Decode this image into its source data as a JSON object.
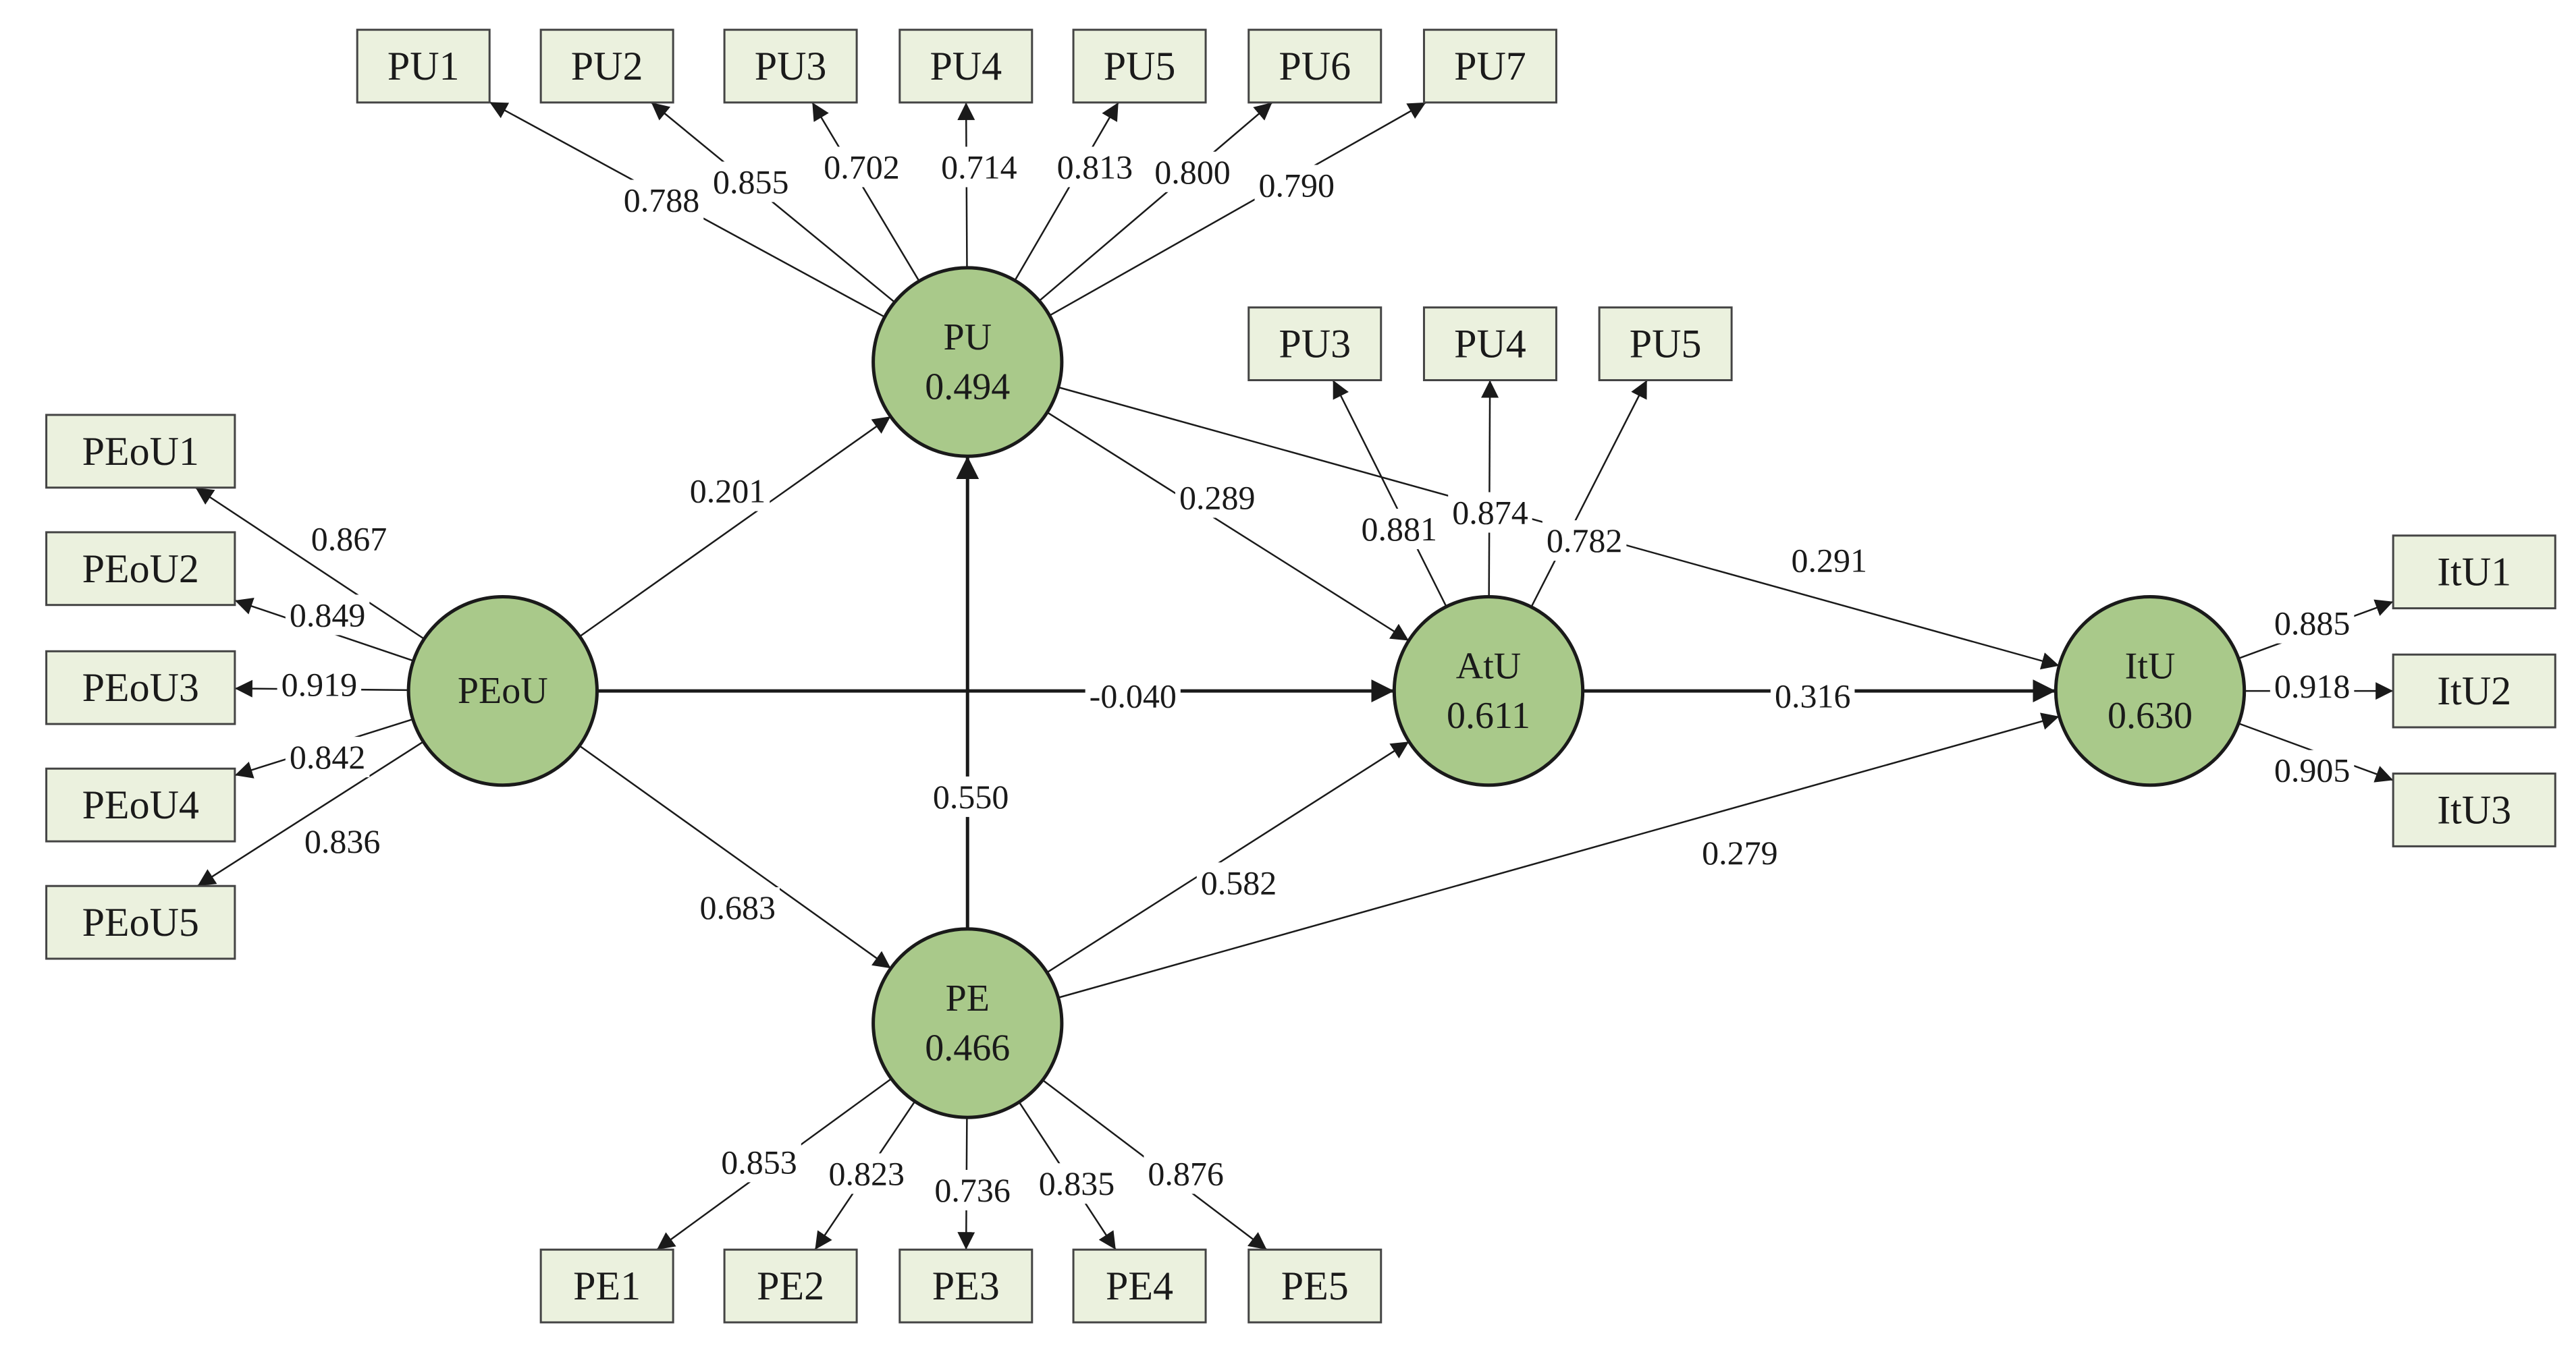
{
  "latents": [
    {
      "id": "PEoU",
      "label": "PEoU",
      "r2": ""
    },
    {
      "id": "PU",
      "label": "PU",
      "r2": "0.494"
    },
    {
      "id": "PE",
      "label": "PE",
      "r2": "0.466"
    },
    {
      "id": "AtU",
      "label": "AtU",
      "r2": "0.611"
    },
    {
      "id": "ItU",
      "label": "ItU",
      "r2": "0.630"
    }
  ],
  "indicators": [
    {
      "latent": "PU",
      "label": "PU1",
      "loading": "0.788"
    },
    {
      "latent": "PU",
      "label": "PU2",
      "loading": "0.855"
    },
    {
      "latent": "PU",
      "label": "PU3",
      "loading": "0.702"
    },
    {
      "latent": "PU",
      "label": "PU4",
      "loading": "0.714"
    },
    {
      "latent": "PU",
      "label": "PU5",
      "loading": "0.813"
    },
    {
      "latent": "PU",
      "label": "PU6",
      "loading": "0.800"
    },
    {
      "latent": "PU",
      "label": "PU7",
      "loading": "0.790"
    },
    {
      "latent": "PEoU",
      "label": "PEoU1",
      "loading": "0.867"
    },
    {
      "latent": "PEoU",
      "label": "PEoU2",
      "loading": "0.849"
    },
    {
      "latent": "PEoU",
      "label": "PEoU3",
      "loading": "0.919"
    },
    {
      "latent": "PEoU",
      "label": "PEoU4",
      "loading": "0.842"
    },
    {
      "latent": "PEoU",
      "label": "PEoU5",
      "loading": "0.836"
    },
    {
      "latent": "AtU",
      "label": "PU3",
      "loading": "0.881"
    },
    {
      "latent": "AtU",
      "label": "PU4",
      "loading": "0.874"
    },
    {
      "latent": "AtU",
      "label": "PU5",
      "loading": "0.782"
    },
    {
      "latent": "PE",
      "label": "PE1",
      "loading": "0.853"
    },
    {
      "latent": "PE",
      "label": "PE2",
      "loading": "0.823"
    },
    {
      "latent": "PE",
      "label": "PE3",
      "loading": "0.736"
    },
    {
      "latent": "PE",
      "label": "PE4",
      "loading": "0.835"
    },
    {
      "latent": "PE",
      "label": "PE5",
      "loading": "0.876"
    },
    {
      "latent": "ItU",
      "label": "ItU1",
      "loading": "0.885"
    },
    {
      "latent": "ItU",
      "label": "ItU2",
      "loading": "0.918"
    },
    {
      "latent": "ItU",
      "label": "ItU3",
      "loading": "0.905"
    }
  ],
  "paths": [
    {
      "from": "PEoU",
      "to": "PU",
      "coef": "0.201"
    },
    {
      "from": "PEoU",
      "to": "AtU",
      "coef": "-0.040"
    },
    {
      "from": "PEoU",
      "to": "PE",
      "coef": "0.683"
    },
    {
      "from": "PE",
      "to": "PU",
      "coef": "0.550"
    },
    {
      "from": "PU",
      "to": "AtU",
      "coef": "0.289"
    },
    {
      "from": "PU",
      "to": "ItU",
      "coef": "0.291"
    },
    {
      "from": "PE",
      "to": "AtU",
      "coef": "0.582"
    },
    {
      "from": "PE",
      "to": "ItU",
      "coef": "0.279"
    },
    {
      "from": "AtU",
      "to": "ItU",
      "coef": "0.316"
    }
  ],
  "colors": {
    "latent_fill": "#a9c98a",
    "indicator_fill": "#ebf1de",
    "line": "#1a1a1a"
  }
}
